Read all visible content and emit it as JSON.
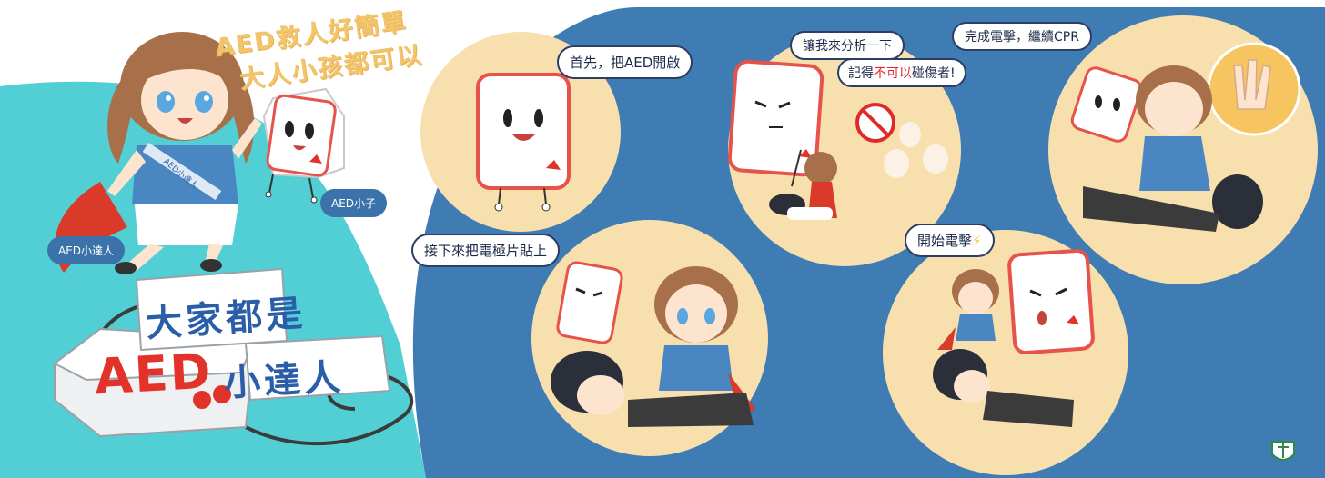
{
  "headline": {
    "line1": "AED救人好簡單",
    "line2": "大人小孩都可以"
  },
  "characters": {
    "girl_tag": "AED小達人",
    "device_tag": "AED小子"
  },
  "box_labels": {
    "top": "大家都是",
    "bottom": "小達人",
    "device_logo": "AED"
  },
  "sash_text": "AED小達人",
  "panels": [
    {
      "caption": "首先，把AED開啟"
    },
    {
      "caption": "讓我來分析一下",
      "caption2_prefix": "記得",
      "caption2_warning": "不可以",
      "caption2_suffix": "碰傷者!"
    },
    {
      "caption": "完成電擊，繼續CPR"
    },
    {
      "caption": "接下來把電極片貼上"
    },
    {
      "caption": "開始電擊"
    }
  ],
  "colors": {
    "teal": "#52cfd5",
    "blue": "#3f7cb3",
    "circle": "#f8dfae",
    "accent_red": "#e2332b"
  }
}
